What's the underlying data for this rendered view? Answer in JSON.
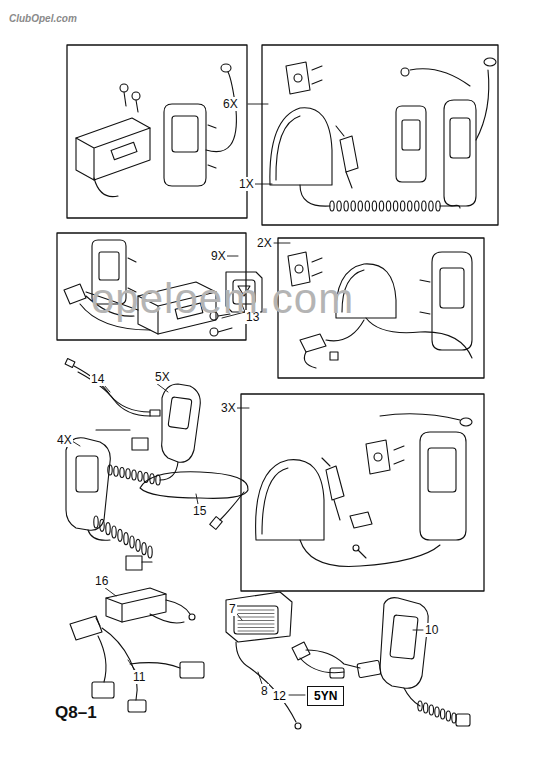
{
  "diagram": {
    "nodes": [
      {
        "text": [
          "12",
          "5YN"
        ]
      }
    ],
    "labels": [
      "ClubOpel.com",
      "6X",
      "1X",
      "9X",
      "2X",
      "13",
      "opeloem.com",
      "14",
      "5X",
      "4X",
      "15",
      "3X",
      "16",
      "7",
      "10",
      "11",
      "8",
      "Q8–1"
    ]
  }
}
